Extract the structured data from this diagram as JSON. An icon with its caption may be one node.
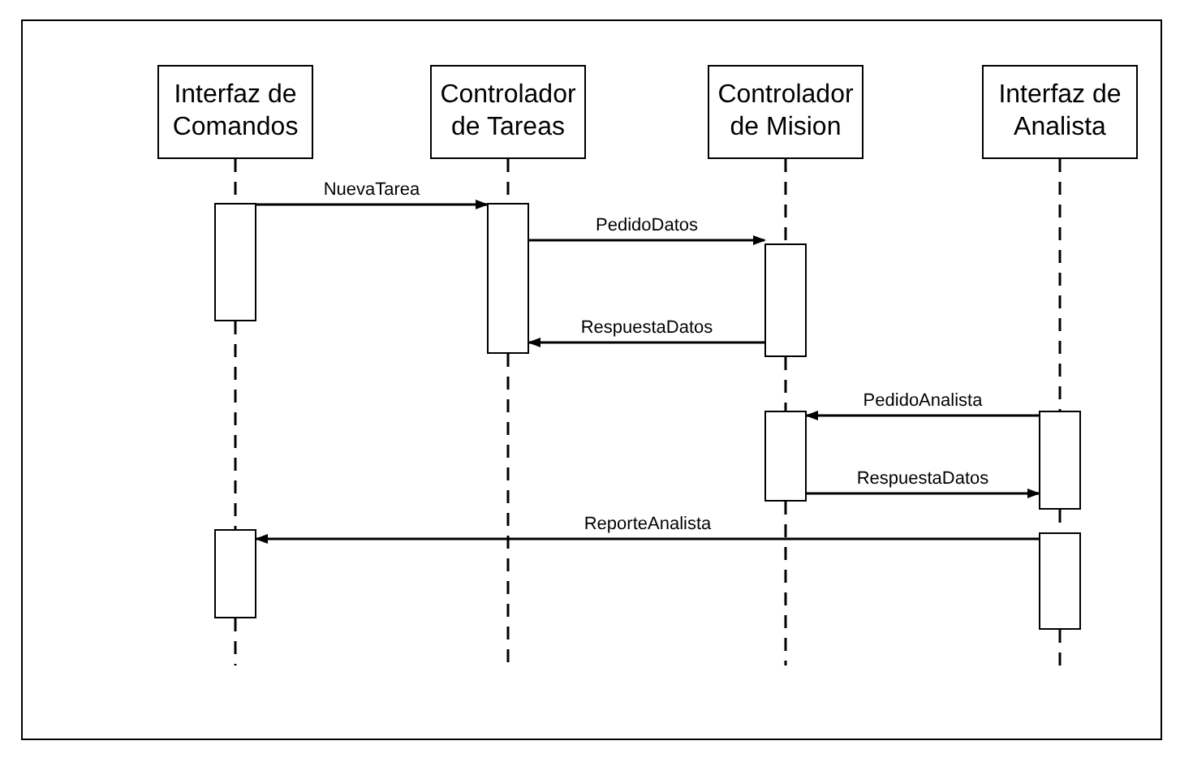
{
  "diagram": {
    "nodes": [
      {
        "text": [
          "Interfaz de Comandos"
        ]
      },
      {
        "text": [
          "Controlador de Tareas"
        ]
      },
      {
        "text": [
          "Controlador de Mision"
        ]
      },
      {
        "text": [
          "Interfaz de Analista"
        ]
      },
      {
        "text": [],
        "shape": "bar"
      },
      {
        "text": [],
        "shape": "bar"
      },
      {
        "text": [],
        "shape": "bar"
      },
      {
        "text": [],
        "shape": "bar"
      },
      {
        "text": [],
        "shape": "bar"
      },
      {
        "text": [],
        "shape": "bar"
      },
      {
        "text": [],
        "shape": "bar"
      }
    ],
    "edges": [
      {
        "from": 4,
        "to": 5,
        "arrow": "to",
        "label": "NuevaTarea"
      },
      {
        "from": 5,
        "to": 6,
        "arrow": "to",
        "label": "PedidoDatos"
      },
      {
        "from": 6,
        "to": 5,
        "arrow": "to",
        "label": "RespuestaDatos"
      },
      {
        "from": 8,
        "to": 7,
        "arrow": "to",
        "label": "PedidoAnalista"
      },
      {
        "from": 7,
        "to": 8,
        "arrow": "to",
        "label": "RespuestaDatos"
      },
      {
        "from": 10,
        "to": 9,
        "arrow": "to",
        "label": "ReporteAnalista"
      },
      {
        "from": 0,
        "to": 4,
        "arrow": "none",
        "style": "dashed"
      },
      {
        "from": 4,
        "to": 9,
        "arrow": "none",
        "style": "dashed"
      },
      {
        "from": 9,
        "to": null,
        "arrow": "none",
        "style": "dashed"
      },
      {
        "from": 1,
        "to": 5,
        "arrow": "none",
        "style": "dashed"
      },
      {
        "from": 5,
        "to": null,
        "arrow": "none",
        "style": "dashed"
      },
      {
        "from": 2,
        "to": 6,
        "arrow": "none",
        "style": "dashed"
      },
      {
        "from": 6,
        "to": 7,
        "arrow": "none",
        "style": "dashed"
      },
      {
        "from": 7,
        "to": null,
        "arrow": "none",
        "style": "dashed"
      },
      {
        "from": 3,
        "to": 8,
        "arrow": "none",
        "style": "dashed"
      },
      {
        "from": 8,
        "to": 10,
        "arrow": "none",
        "style": "dashed"
      },
      {
        "from": 10,
        "to": null,
        "arrow": "none",
        "style": "dashed"
      }
    ]
  }
}
